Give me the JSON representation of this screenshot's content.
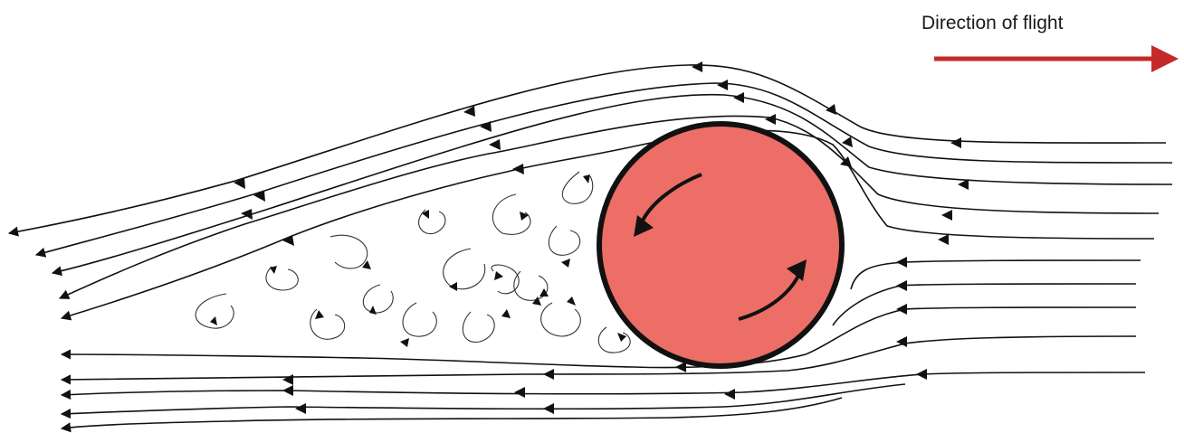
{
  "diagram": {
    "direction_label": "Direction of flight",
    "colors": {
      "ball_fill": "#ec6e66",
      "ball_outline": "#111111",
      "flight_arrow": "#c42a2a",
      "streamlines": "#111111",
      "wake_eddies": "#333333",
      "background": "#ffffff"
    },
    "elements": {
      "ball": "spinning-ball",
      "spin_arrows": [
        "spin-arrow-top",
        "spin-arrow-bottom"
      ],
      "flight_arrow": "direction-of-flight-arrow",
      "streamlines": "airflow-streamlines",
      "wake": "turbulent-wake-eddies"
    }
  }
}
